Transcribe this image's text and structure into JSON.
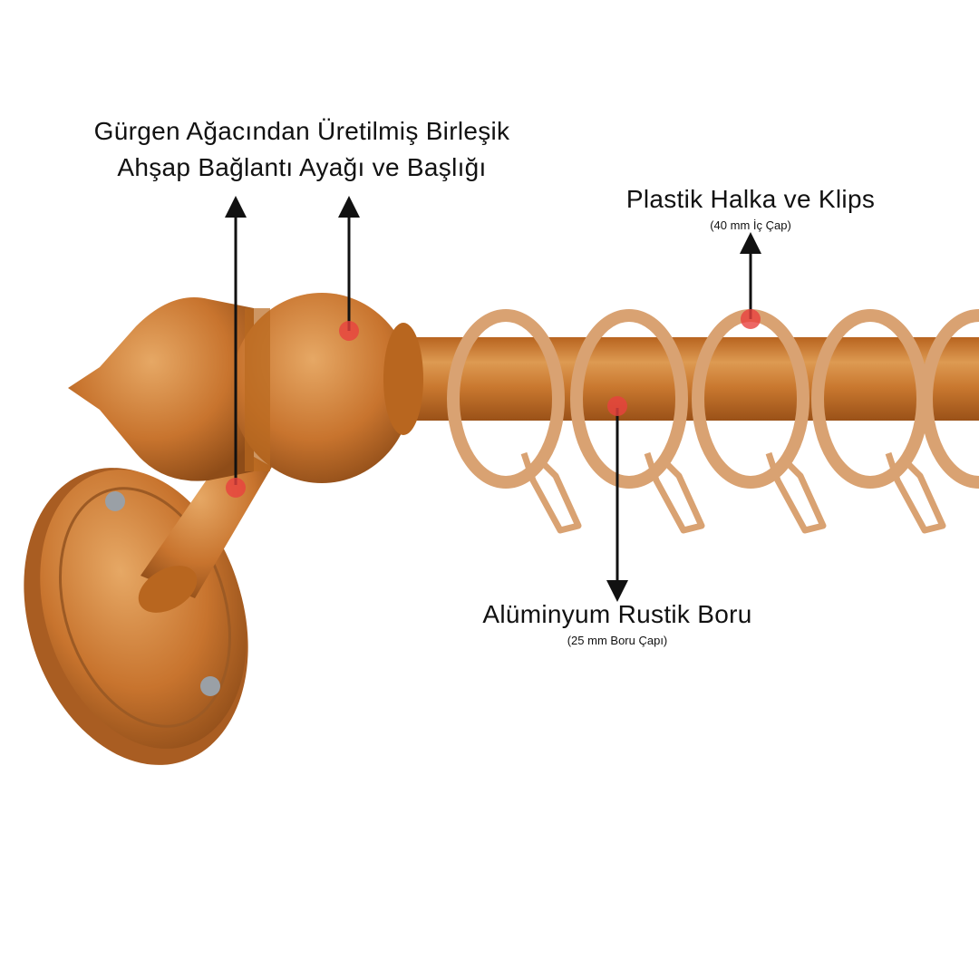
{
  "labels": {
    "bracket": {
      "line1": "Gürgen Ağacından Üretilmiş Birleşik",
      "line2": "Ahşap Bağlantı Ayağı ve Başlığı"
    },
    "rings": {
      "title": "Plastik Halka ve Klips",
      "detail": "(40 mm İç Çap)"
    },
    "rod": {
      "title": "Alüminyum Rustik Boru",
      "detail": "(25 mm Boru Çapı)"
    }
  },
  "colors": {
    "wood": "#c8742e",
    "wood_dark": "#9c5a24",
    "ring": "#d9a272",
    "marker": "#e8413f",
    "arrow": "#111111"
  }
}
